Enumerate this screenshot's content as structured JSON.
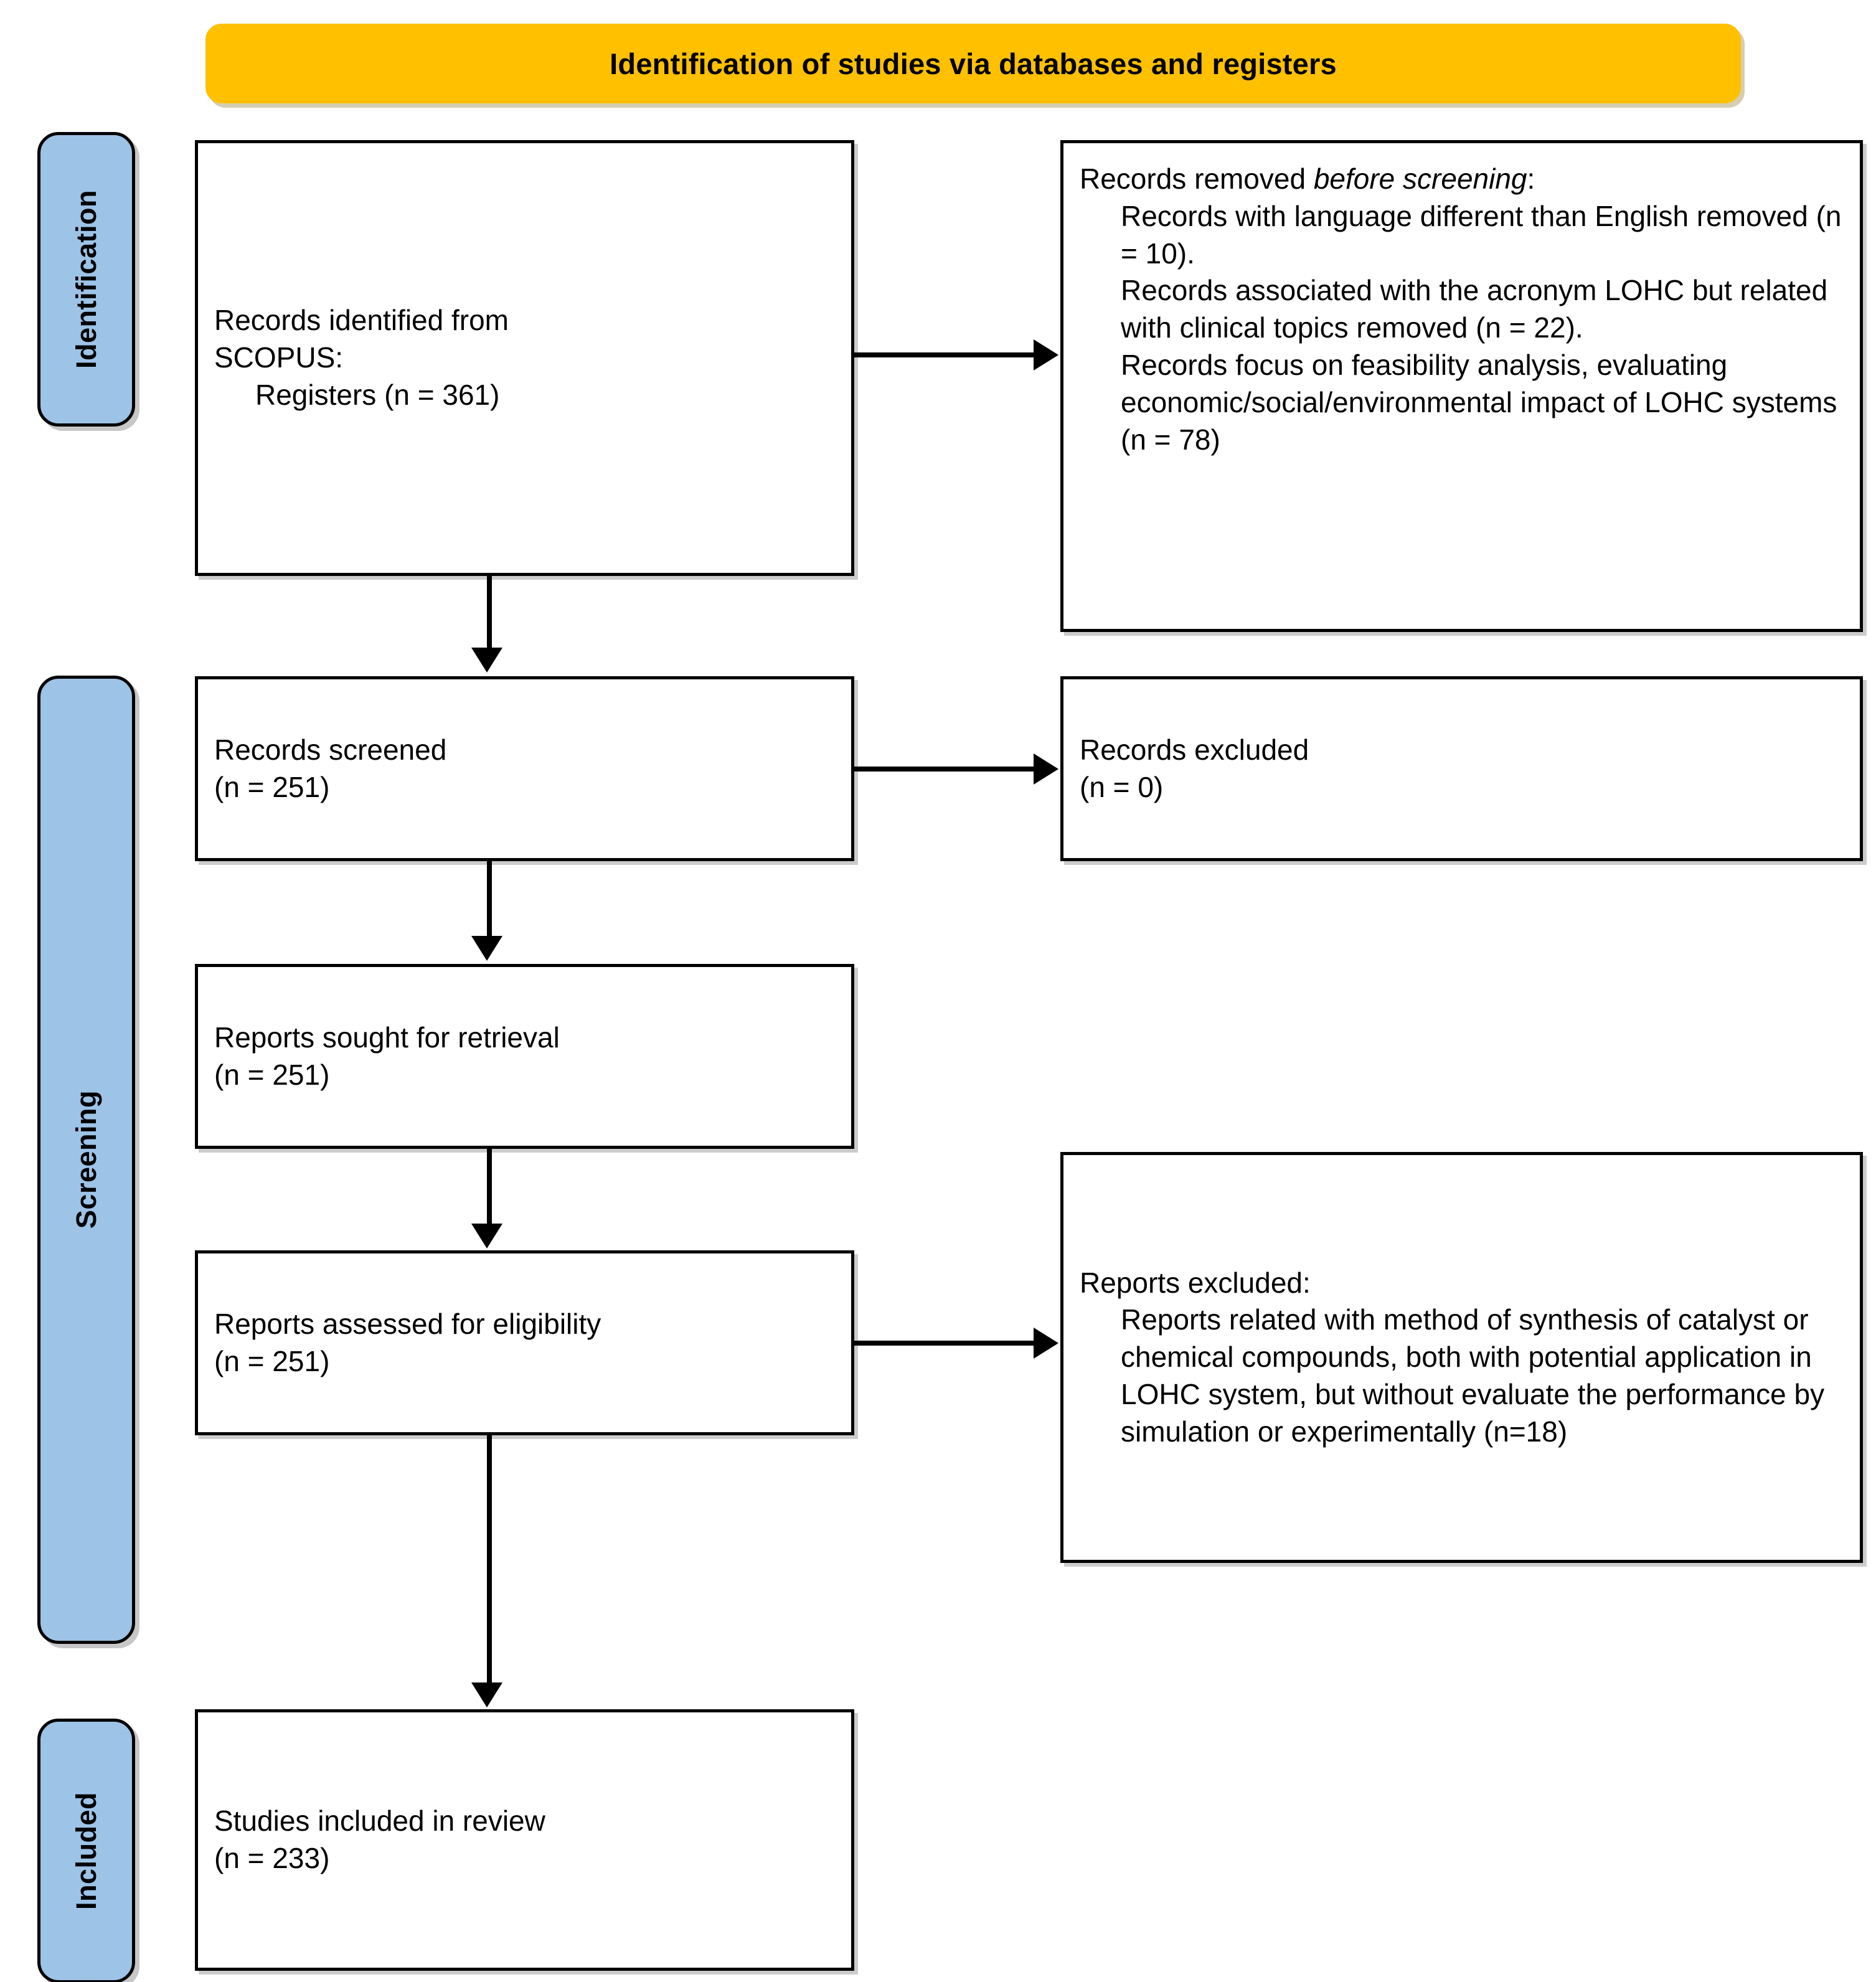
{
  "banner": {
    "title": "Identification of studies via databases and registers",
    "color": "#FFC000"
  },
  "stages": [
    {
      "id": "identification",
      "label": "Identification",
      "color": "#9DC3E6"
    },
    {
      "id": "screening",
      "label": "Screening",
      "color": "#9DC3E6"
    },
    {
      "id": "included",
      "label": "Included",
      "color": "#9DC3E6"
    }
  ],
  "boxes": {
    "identified": {
      "line1": "Records identified from",
      "line2": "SCOPUS:",
      "line3": "Registers (n = 361)"
    },
    "removed_before": {
      "heading_prefix": "Records removed ",
      "heading_italic": "before screening",
      "heading_suffix": ":",
      "item1": "Records with language different than English removed (n = 10).",
      "item2": "Records associated with the acronym LOHC but related with clinical topics removed (n = 22).",
      "item3": "Records focus on feasibility analysis, evaluating economic/social/environmental impact of LOHC systems (n = 78)"
    },
    "screened": {
      "line1": "Records screened",
      "line2": "(n = 251)"
    },
    "records_excluded": {
      "line1": "Records excluded",
      "line2": "(n = 0)"
    },
    "sought": {
      "line1": "Reports sought for retrieval",
      "line2": "(n = 251)"
    },
    "assessed": {
      "line1": "Reports assessed for eligibility",
      "line2": "(n = 251)"
    },
    "reports_excluded": {
      "heading": "Reports excluded:",
      "item1": "Reports related with method of synthesis of catalyst or chemical compounds, both with potential application in LOHC system, but without evaluate the performance by simulation or experimentally (n=18)"
    },
    "included": {
      "line1": "Studies included in review",
      "line2": "(n = 233)"
    }
  }
}
